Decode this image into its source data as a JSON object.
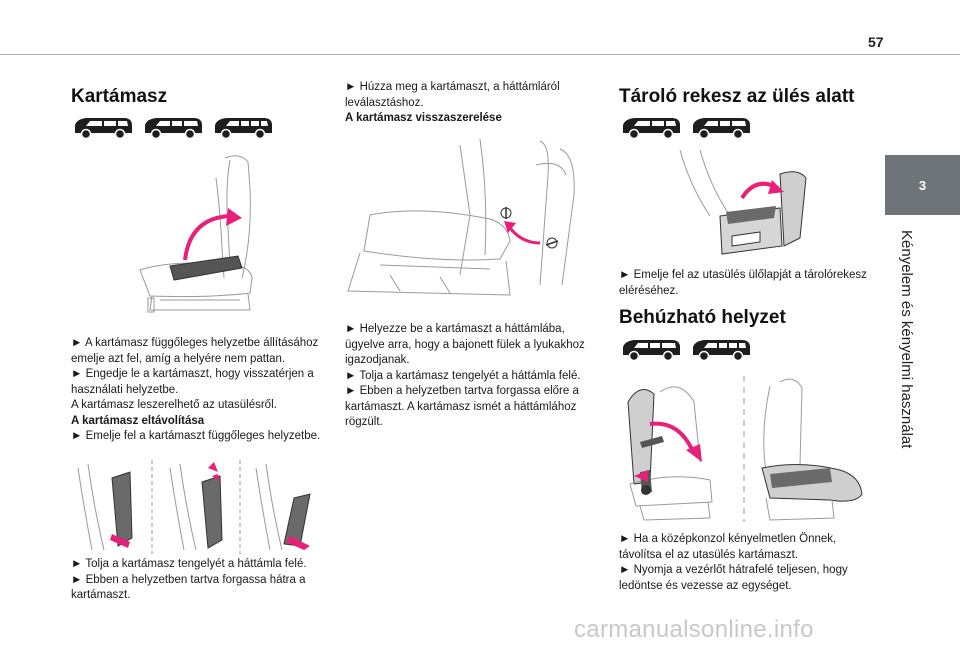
{
  "page": {
    "number": "57",
    "chapter": "3",
    "chapter_title": "Kényelem és kényelmi használat"
  },
  "col1": {
    "title": "Kartámasz",
    "text1": [
      {
        "t": "► A kartámasz függőleges helyzetbe állításához emelje azt fel, amíg a helyére nem pattan.",
        "b": false
      },
      {
        "t": "► Engedje le a kartámaszt, hogy visszatérjen a használati helyzetbe.",
        "b": false
      },
      {
        "t": "A kartámasz leszerelhető az utasülésről.",
        "b": false
      },
      {
        "t": "A kartámasz eltávolítása",
        "b": true
      },
      {
        "t": "► Emelje fel a kartámaszt függőleges helyzetbe.",
        "b": false
      }
    ],
    "text2": [
      {
        "t": "► Tolja a kartámasz tengelyét a háttámla felé.",
        "b": false
      },
      {
        "t": "► Ebben a helyzetben tartva forgassa hátra a kartámaszt.",
        "b": false
      }
    ]
  },
  "col2": {
    "text1": [
      {
        "t": "► Húzza meg a kartámaszt, a háttámláról leválasztáshoz.",
        "b": false
      },
      {
        "t": "A kartámasz visszaszerelése",
        "b": true
      }
    ],
    "text2": [
      {
        "t": "► Helyezze be a kartámaszt a háttámlába, ügyelve arra, hogy a bajonett fülek a lyukakhoz igazodjanak.",
        "b": false
      },
      {
        "t": "► Tolja a kartámasz tengelyét a háttámla felé.",
        "b": false
      },
      {
        "t": "► Ebben a helyzetben tartva forgassa előre a kartámaszt. A kartámasz ismét a háttámlához rögzült.",
        "b": false
      }
    ]
  },
  "col3": {
    "title1": "Tároló rekesz az ülés alatt",
    "text1": [
      {
        "t": "► Emelje fel az utasülés ülőlapját a tárolórekesz eléréséhez.",
        "b": false
      }
    ],
    "title2": "Behúzható helyzet",
    "text2": [
      {
        "t": "► Ha a középkonzol kényelmetlen Önnek, távolítsa el az utasülés kartámaszt.",
        "b": false
      },
      {
        "t": "► Nyomja a vezérlőt hátrafelé teljesen, hogy ledöntse és vezesse az egységet.",
        "b": false
      }
    ]
  },
  "watermark": "carmanualsonline.info",
  "colors": {
    "accent": "#e8207a",
    "tab": "#6e7478",
    "line": "#9a9a9a"
  }
}
